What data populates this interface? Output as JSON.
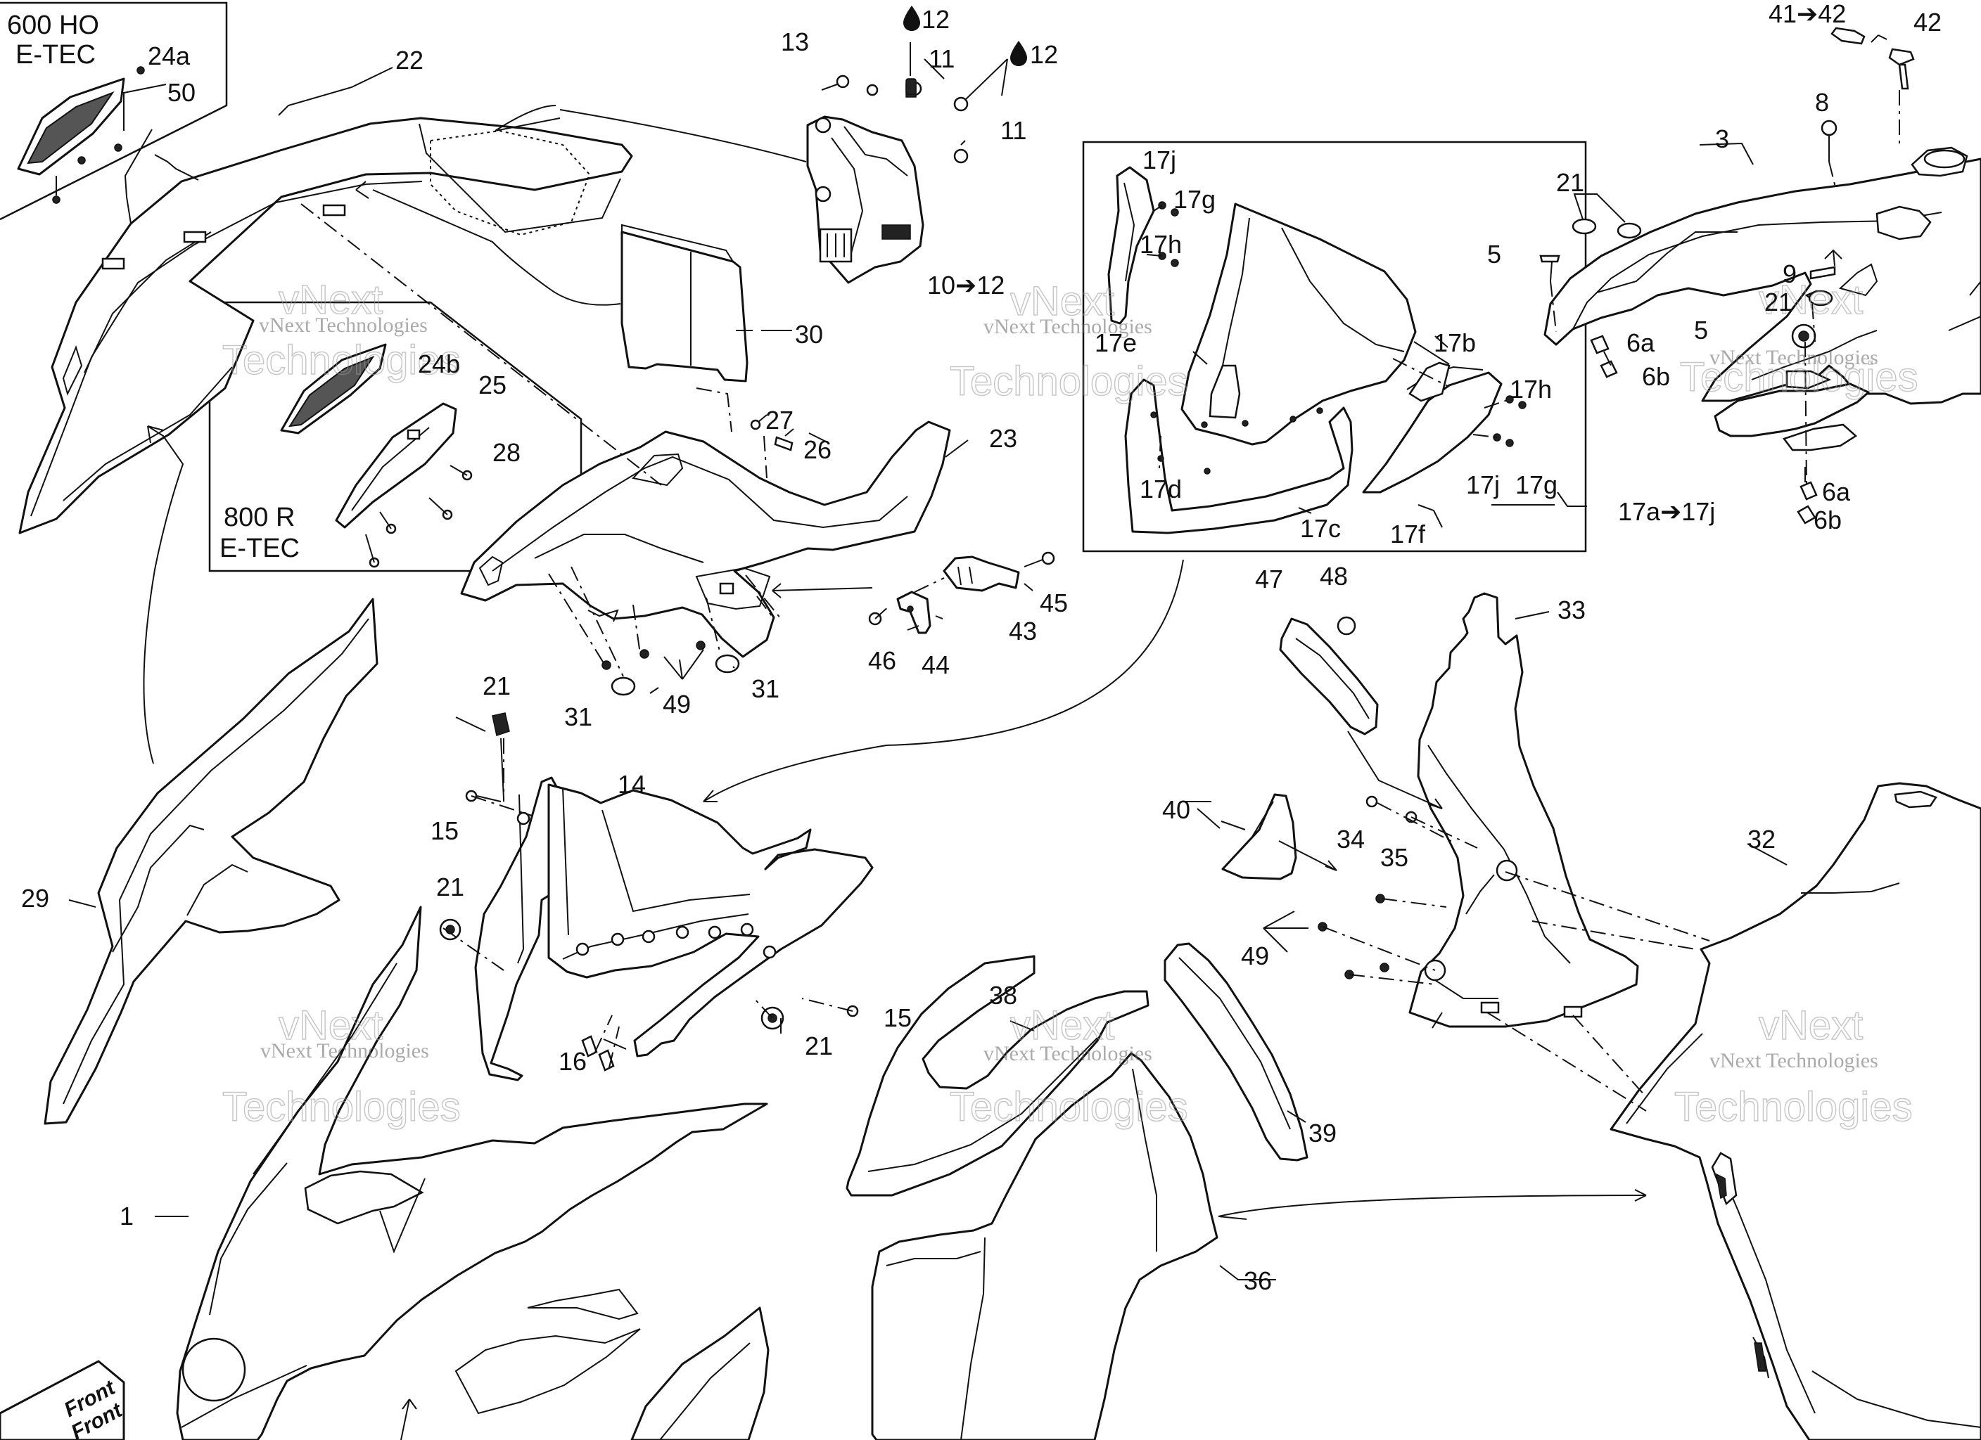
{
  "labels": {
    "p1": "1",
    "p3": "3",
    "p5a": "5",
    "p5b": "5",
    "p6a1": "6a",
    "p6b1": "6b",
    "p6a2": "6a",
    "p6b2": "6b",
    "p8": "8",
    "p9": "9",
    "p10": "10➔12",
    "p11a": "11",
    "p11b": "11",
    "p12a": "12",
    "p12b": "12",
    "p13": "13",
    "p14": "14",
    "p15a": "15",
    "p15b": "15",
    "p16": "16",
    "p17a": "17a➔17j",
    "p17b": "17b",
    "p17c": "17c",
    "p17d": "17d",
    "p17e": "17e",
    "p17f": "17f",
    "p17g1": "17g",
    "p17g2": "17g",
    "p17h1": "17h",
    "p17h2": "17h",
    "p17j1": "17j",
    "p17j2": "17j",
    "p21a": "21",
    "p21b": "21",
    "p21c": "21",
    "p21d": "21",
    "p21e": "21",
    "p22": "22",
    "p23": "23",
    "p24a": "24a",
    "p24b": "24b",
    "p25": "25",
    "p26": "26",
    "p27": "27",
    "p28": "28",
    "p29": "29",
    "p30": "30",
    "p31a": "31",
    "p31b": "31",
    "p32": "32",
    "p33": "33",
    "p34": "34",
    "p35": "35",
    "p36": "36",
    "p38": "38",
    "p39": "39",
    "p40": "40",
    "p41": "41➔42",
    "p42": "42",
    "p43": "43",
    "p44": "44",
    "p45": "45",
    "p46": "46",
    "p47": "47",
    "p48": "48",
    "p49a": "49",
    "p49b": "49",
    "p50": "50"
  },
  "groups": {
    "engine_600_line1": "600 HO",
    "engine_600_line2": "E-TEC",
    "engine_800_line1": "800 R",
    "engine_800_line2": "E-TEC"
  },
  "watermark": {
    "line1": "vNext",
    "line2": "vNext Technologies",
    "line3": "Technologies"
  },
  "badge": {
    "front_line1": "Front",
    "front_line2": "Front"
  },
  "icons": {
    "drop": "oil-drop-icon"
  }
}
